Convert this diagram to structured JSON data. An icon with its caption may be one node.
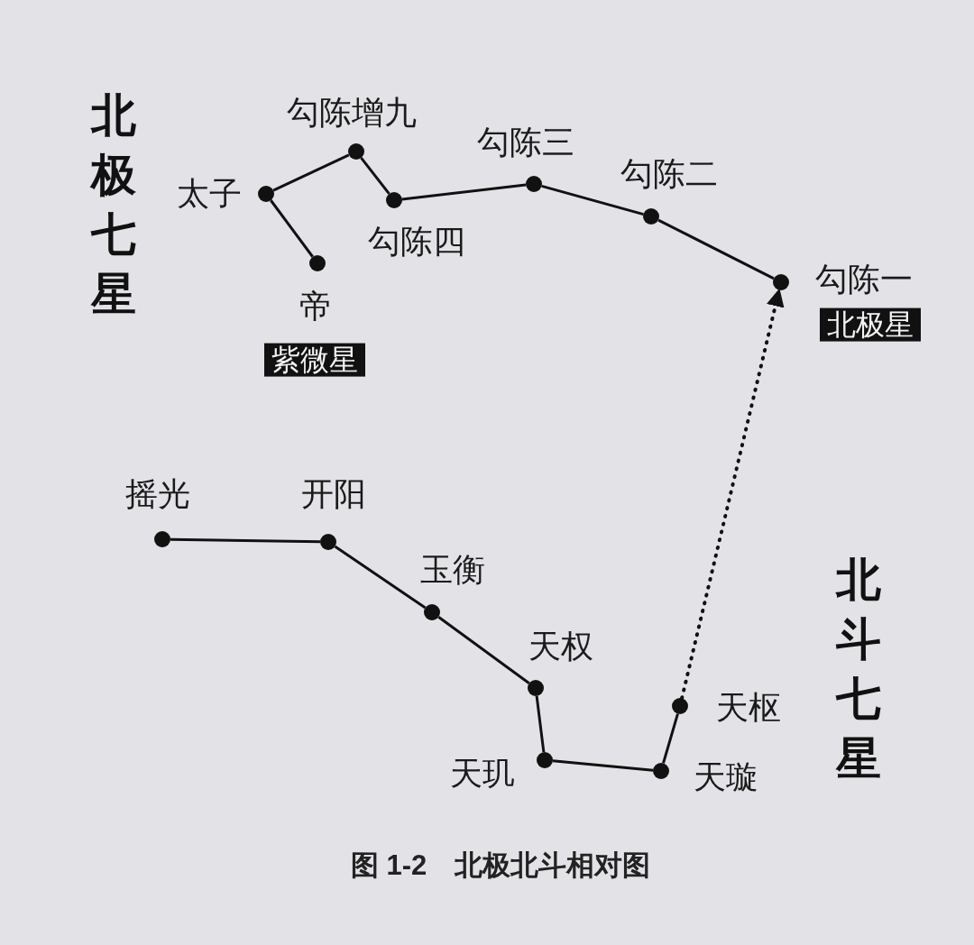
{
  "diagram": {
    "caption": "图 1-2　北极北斗相对图",
    "nodes": [
      {
        "text": [],
        "shape": "circle",
        "beside": [
          "太子"
        ]
      },
      {
        "text": [],
        "shape": "circle",
        "beside": [
          "勾陈增九"
        ]
      },
      {
        "text": [],
        "shape": "circle",
        "beside": [
          "勾陈四"
        ]
      },
      {
        "text": [],
        "shape": "circle",
        "beside": [
          "勾陈三"
        ]
      },
      {
        "text": [],
        "shape": "circle",
        "beside": [
          "勾陈二"
        ]
      },
      {
        "text": [],
        "shape": "circle",
        "beside": [
          "勾陈一",
          "北极星"
        ]
      },
      {
        "text": [],
        "shape": "circle",
        "beside": [
          "帝",
          "紫微星"
        ]
      },
      {
        "text": [],
        "shape": "circle",
        "beside": [
          "摇光"
        ]
      },
      {
        "text": [],
        "shape": "circle",
        "beside": [
          "开阳"
        ]
      },
      {
        "text": [],
        "shape": "circle",
        "beside": [
          "玉衡"
        ]
      },
      {
        "text": [],
        "shape": "circle",
        "beside": [
          "天权"
        ]
      },
      {
        "text": [],
        "shape": "circle",
        "beside": [
          "天玑"
        ]
      },
      {
        "text": [],
        "shape": "circle",
        "beside": [
          "天璇"
        ]
      },
      {
        "text": [],
        "shape": "circle",
        "beside": [
          "天枢"
        ]
      }
    ],
    "edges": [
      {
        "from": 0,
        "to": 1,
        "arrow": "none"
      },
      {
        "from": 1,
        "to": 2,
        "arrow": "none"
      },
      {
        "from": 2,
        "to": 3,
        "arrow": "none"
      },
      {
        "from": 3,
        "to": 4,
        "arrow": "none"
      },
      {
        "from": 4,
        "to": 5,
        "arrow": "none"
      },
      {
        "from": 0,
        "to": 6,
        "arrow": "none"
      },
      {
        "from": 7,
        "to": 8,
        "arrow": "none"
      },
      {
        "from": 8,
        "to": 9,
        "arrow": "none"
      },
      {
        "from": 9,
        "to": 10,
        "arrow": "none"
      },
      {
        "from": 10,
        "to": 11,
        "arrow": "none"
      },
      {
        "from": 11,
        "to": 12,
        "arrow": "none"
      },
      {
        "from": 12,
        "to": 13,
        "arrow": "none"
      },
      {
        "from": 13,
        "to": 5,
        "arrow": "to",
        "style": "dashed"
      }
    ],
    "labels": [
      "北极七星",
      "北斗七星"
    ]
  }
}
